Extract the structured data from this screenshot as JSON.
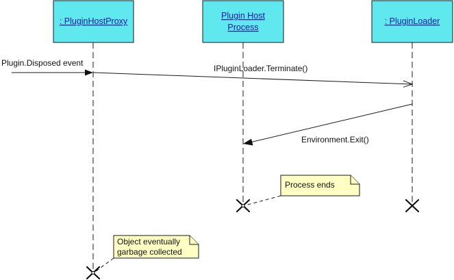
{
  "lifelines": [
    {
      "id": "proxy",
      "label_lines": [
        ": PluginHostProxy"
      ]
    },
    {
      "id": "host",
      "label_lines": [
        "Plugin Host",
        "Process"
      ]
    },
    {
      "id": "loader",
      "label_lines": [
        ": PluginLoader"
      ]
    }
  ],
  "messages": [
    {
      "id": "disposed",
      "label": "Plugin.Disposed event",
      "from": "external",
      "to": "proxy",
      "arrow": "filled"
    },
    {
      "id": "terminate",
      "label": "IPluginLoader.Terminate()",
      "from": "proxy",
      "to": "loader",
      "arrow": "open"
    },
    {
      "id": "exit",
      "label": "Environment.Exit()",
      "from": "loader",
      "to": "host",
      "arrow": "filled"
    }
  ],
  "notes": [
    {
      "id": "process-ends",
      "text_lines": [
        "Process ends"
      ],
      "attached_to": "host"
    },
    {
      "id": "garbage",
      "text_lines": [
        "Object eventually",
        "garbage collected"
      ],
      "attached_to": "proxy"
    }
  ],
  "destructions": [
    "host",
    "loader",
    "proxy"
  ],
  "colors": {
    "lifeline_fill": "#5fe8ee",
    "lifeline_text": "#1a1aa8",
    "note_fill": "#ffffc4",
    "line": "#1a1a1a"
  }
}
